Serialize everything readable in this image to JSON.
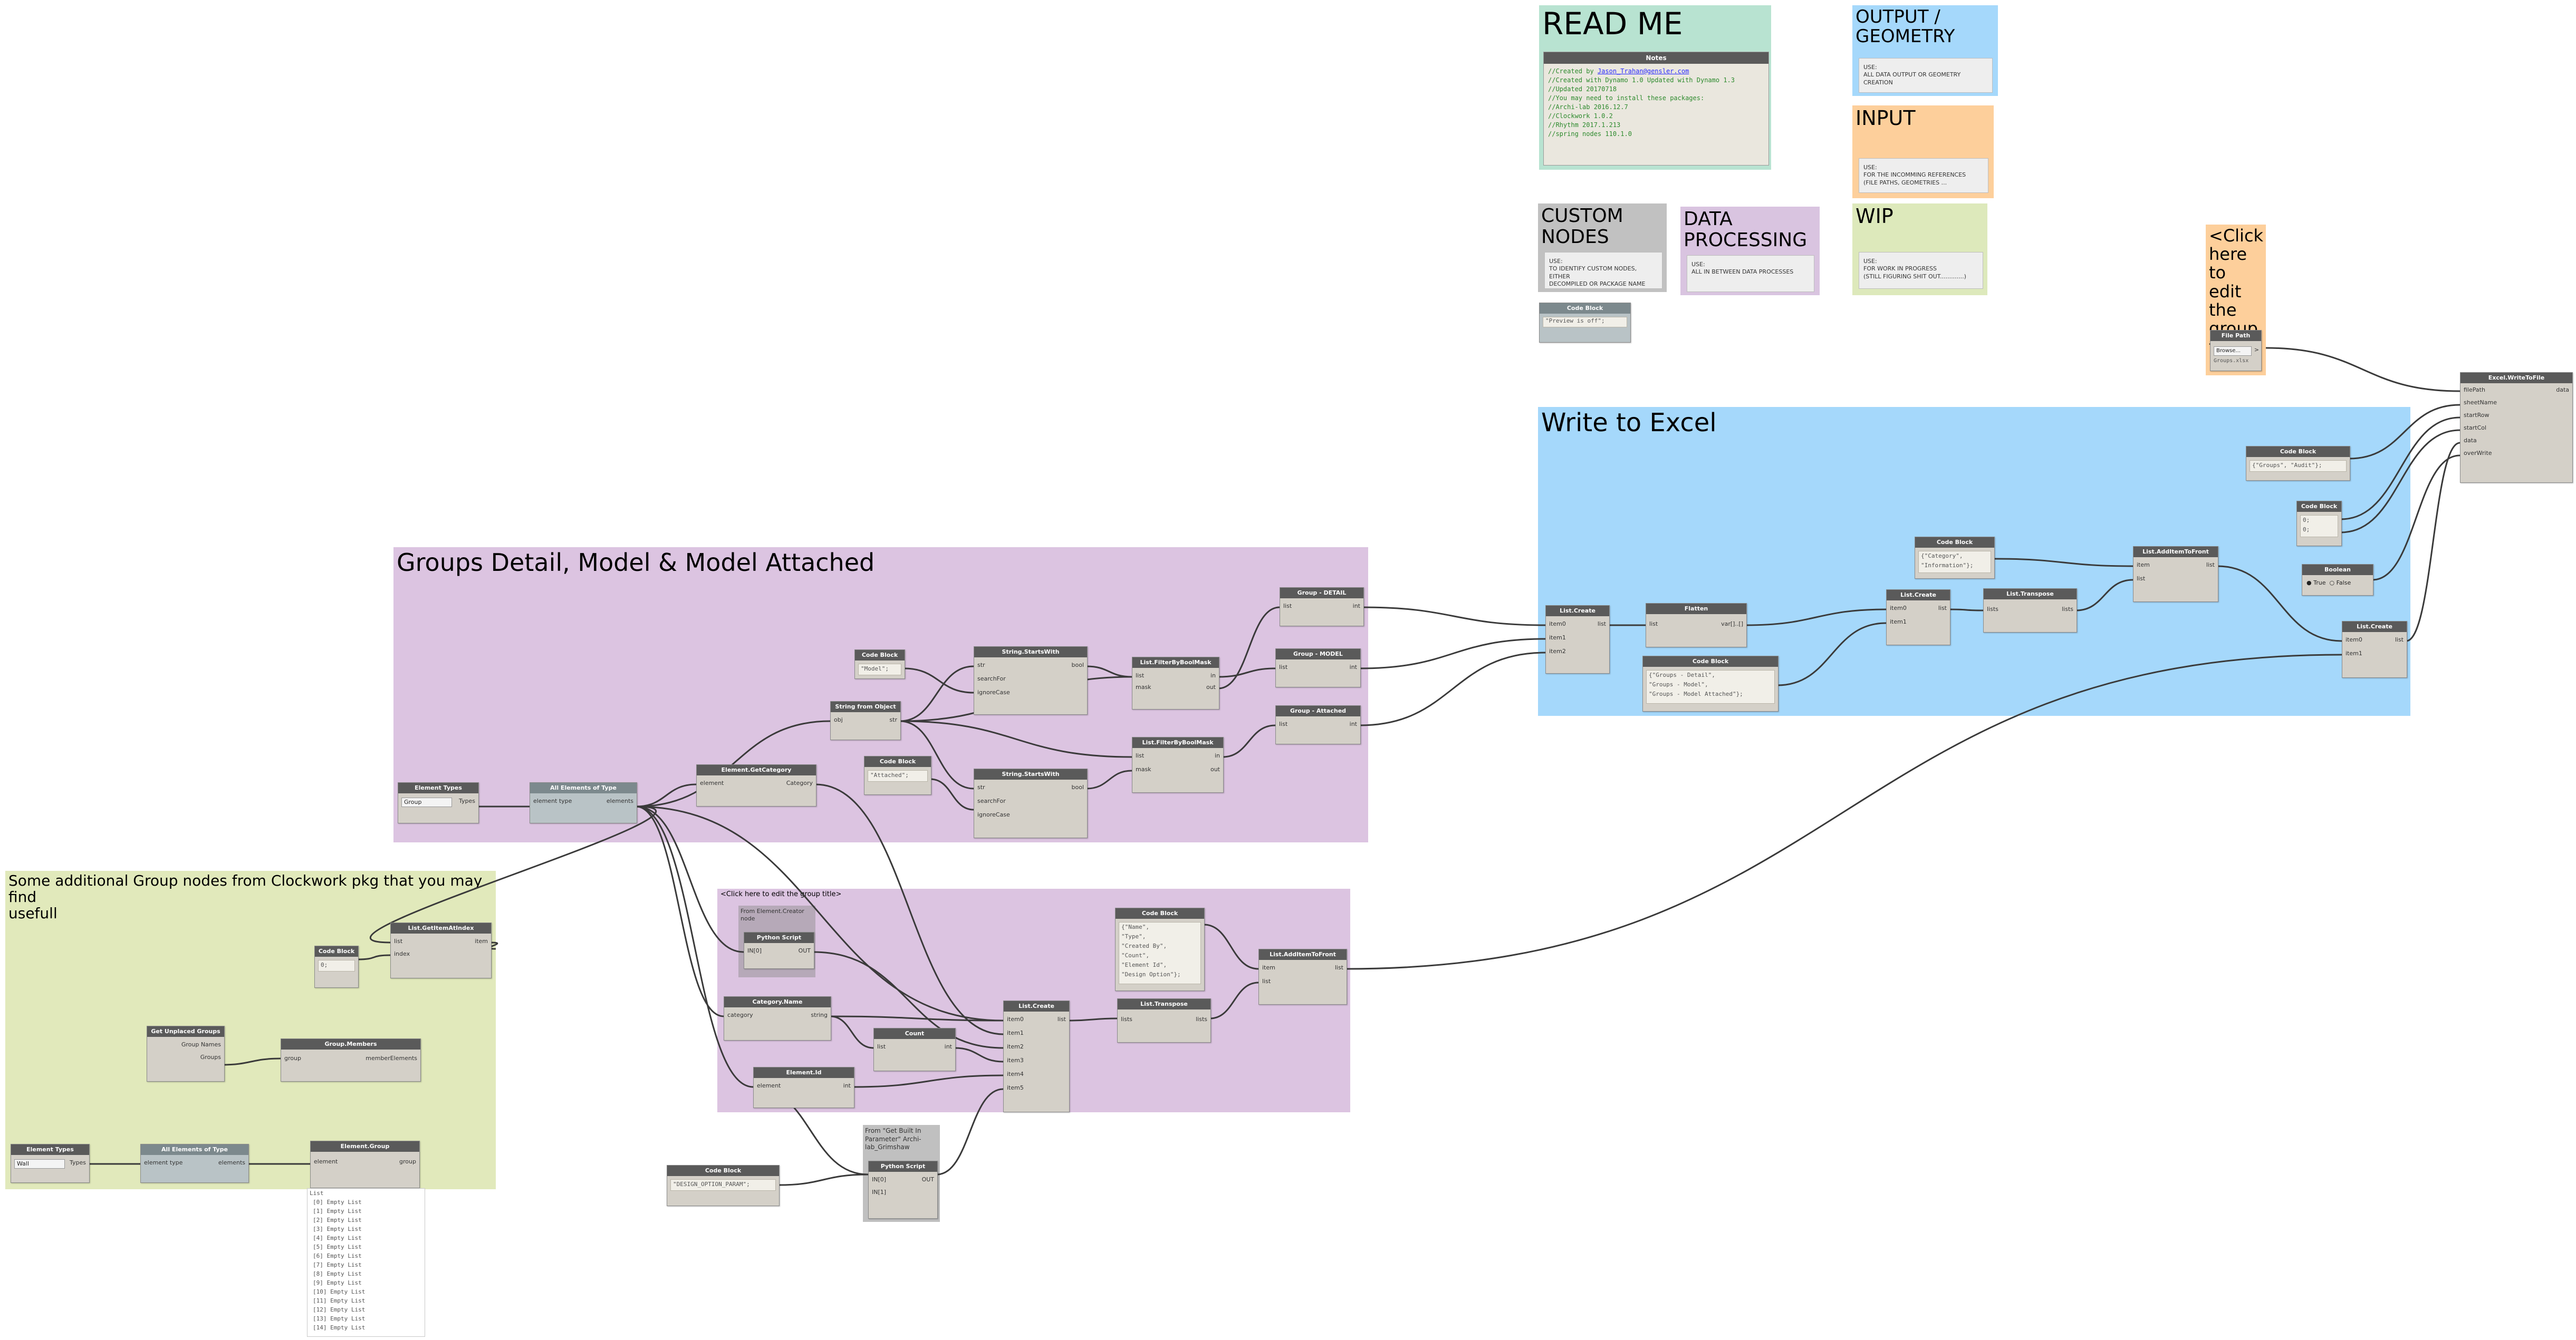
{
  "groups": {
    "readme": {
      "title": "READ ME",
      "color": "#b8e3d1"
    },
    "output": {
      "title": "OUTPUT /\nGEOMETRY",
      "desc": "USE:\nALL DATA OUTPUT OR GEOMETRY\nCREATION",
      "color": "#a5d8fb"
    },
    "input": {
      "title": "INPUT",
      "desc": "USE:\nFOR THE INCOMMING REFERENCES\n(FILE PATHS, GEOMETRIES ...",
      "color": "#fdcf9b"
    },
    "custom": {
      "title": "CUSTOM\nNODES",
      "desc": "USE:\nTO IDENTIFY CUSTOM NODES, EITHER\nDECOMPILED OR PACKAGE NAME",
      "color": "#c1c1c1"
    },
    "dataproc": {
      "title": "DATA\nPROCESSING",
      "desc": "USE:\nALL IN BETWEEN DATA PROCESSES",
      "color": "#d9c4e0"
    },
    "wip": {
      "title": "WIP",
      "desc": "USE:\nFOR WORK IN PROGRESS\n(STILL FIGURING SHIT OUT.............)",
      "color": "#dde9bb"
    },
    "click": {
      "title": "<Click\nhere to\nedit the\ngroup\ntitle>",
      "color": "#fdcf9b"
    },
    "excel": {
      "title": "Write to Excel",
      "color": "#a5d8fb"
    },
    "detail": {
      "title": "Groups Detail, Model & Model Attached",
      "color": "#dcc4e1"
    },
    "clockwork": {
      "title": "Some additional Group nodes from Clockwork pkg that you may find\nusefull",
      "color": "#e1e9bb"
    },
    "lower": {
      "title": "<Click here to edit the group title>",
      "color": "#dcc4e1"
    },
    "sub_from_element": {
      "title": "From Element.Creator\nnode"
    },
    "sub_get_built_in": {
      "title": "From \"Get Built In\nParameter\" Archi-\nlab_Grimshaw"
    }
  },
  "notes": {
    "header": "Notes",
    "lines": [
      "//Created by ",
      "//Created with Dynamo 1.0 Updated with Dynamo 1.3",
      "//Updated 20170718",
      "",
      "//You may need to install these packages:",
      "//Archi-lab 2016.12.7",
      "//Clockwork 1.0.2",
      "//Rhythm 2017.1.213",
      "//spring nodes 110.1.0"
    ],
    "email": "Jason_Trahan@gensler.com"
  },
  "nodes": {
    "cb_preview": {
      "title": "Code Block",
      "code": [
        "\"Preview is off\";"
      ]
    },
    "file_path": {
      "title": "File Path",
      "button": "Browse...",
      "value": "Groups.xlsx",
      "out": ">"
    },
    "excel_write": {
      "title": "Excel.WriteToFile",
      "inputs": [
        "filePath",
        "sheetName",
        "startRow",
        "startCol",
        "data",
        "overWrite"
      ],
      "outputs": [
        "data"
      ]
    },
    "cb_sheet": {
      "title": "Code Block",
      "code": [
        "{\"Groups\", \"Audit\"};"
      ]
    },
    "cb_zero": {
      "title": "Code Block",
      "code": [
        "0;",
        "0;"
      ]
    },
    "boolean": {
      "title": "Boolean",
      "true": "True",
      "false": "False"
    },
    "cb_header": {
      "title": "Code Block",
      "code": [
        "{\"Category\",",
        "\"Information\"};"
      ]
    },
    "add_front_1": {
      "title": "List.AddItemToFront",
      "inputs": [
        "item",
        "list"
      ],
      "outputs": [
        "list"
      ]
    },
    "list_create_a": {
      "title": "List.Create",
      "inputs": [
        "item0",
        "item1",
        "item2"
      ],
      "outputs": [
        "list"
      ]
    },
    "flatten": {
      "title": "Flatten",
      "inputs": [
        "list"
      ],
      "outputs": [
        "var[]..[]"
      ]
    },
    "cb_labels": {
      "title": "Code Block",
      "code": [
        "{\"Groups - Detail\",",
        "\"Groups - Model\",",
        "\"Groups - Model Attached\"};"
      ]
    },
    "list_create_b": {
      "title": "List.Create",
      "inputs": [
        "item0",
        "item1"
      ],
      "outputs": [
        "list"
      ]
    },
    "transpose_a": {
      "title": "List.Transpose",
      "inputs": [
        "lists"
      ],
      "outputs": [
        "lists"
      ]
    },
    "list_create_final": {
      "title": "List.Create",
      "inputs": [
        "item0",
        "item1"
      ],
      "outputs": [
        "list"
      ]
    },
    "group_detail": {
      "title": "Group - DETAIL",
      "inputs": [
        "list"
      ],
      "outputs": [
        "int"
      ]
    },
    "group_model": {
      "title": "Group - MODEL",
      "inputs": [
        "list"
      ],
      "outputs": [
        "int"
      ]
    },
    "group_attached": {
      "title": "Group - Attached",
      "inputs": [
        "list"
      ],
      "outputs": [
        "int"
      ]
    },
    "cb_model": {
      "title": "Code Block",
      "code": [
        "\"Model\";"
      ]
    },
    "starts_1": {
      "title": "String.StartsWith",
      "inputs": [
        "str",
        "searchFor",
        "ignoreCase"
      ],
      "outputs": [
        "bool"
      ]
    },
    "filter_1": {
      "title": "List.FilterByBoolMask",
      "inputs": [
        "list",
        "mask"
      ],
      "outputs": [
        "in",
        "out"
      ]
    },
    "str_from_obj": {
      "title": "String from Object",
      "inputs": [
        "obj"
      ],
      "outputs": [
        "str"
      ]
    },
    "cb_attached": {
      "title": "Code Block",
      "code": [
        "\"Attached\";"
      ]
    },
    "filter_2": {
      "title": "List.FilterByBoolMask",
      "inputs": [
        "list",
        "mask"
      ],
      "outputs": [
        "in",
        "out"
      ]
    },
    "starts_2": {
      "title": "String.StartsWith",
      "inputs": [
        "str",
        "searchFor",
        "ignoreCase"
      ],
      "outputs": [
        "bool"
      ]
    },
    "element_types_1": {
      "title": "Element Types",
      "dropdown": "Group",
      "outputs": [
        "Types"
      ]
    },
    "all_elements_1": {
      "title": "All Elements of Type",
      "inputs": [
        "element type"
      ],
      "outputs": [
        "elements"
      ]
    },
    "get_category": {
      "title": "Element.GetCategory",
      "inputs": [
        "element"
      ],
      "outputs": [
        "Category"
      ]
    },
    "get_item_index": {
      "title": "List.GetItemAtIndex",
      "inputs": [
        "list",
        "index"
      ],
      "outputs": [
        "item"
      ]
    },
    "cb_zero_b": {
      "title": "Code Block",
      "code": [
        "0;"
      ]
    },
    "unplaced": {
      "title": "Get Unplaced Groups",
      "outputs": [
        "Group Names",
        "Groups"
      ]
    },
    "group_members": {
      "title": "Group.Members",
      "inputs": [
        "group"
      ],
      "outputs": [
        "memberElements"
      ]
    },
    "element_types_2": {
      "title": "Element Types",
      "dropdown": "Wall",
      "outputs": [
        "Types"
      ]
    },
    "all_elements_2": {
      "title": "All Elements of Type",
      "inputs": [
        "element type"
      ],
      "outputs": [
        "elements"
      ]
    },
    "element_group": {
      "title": "Element.Group",
      "inputs": [
        "element"
      ],
      "outputs": [
        "group"
      ]
    },
    "python_1": {
      "title": "Python Script",
      "inputs": [
        "IN[0]"
      ],
      "outputs": [
        "OUT"
      ]
    },
    "category_name": {
      "title": "Category.Name",
      "inputs": [
        "category"
      ],
      "outputs": [
        "string"
      ]
    },
    "count": {
      "title": "Count",
      "inputs": [
        "list"
      ],
      "outputs": [
        "int"
      ]
    },
    "element_id": {
      "title": "Element.Id",
      "inputs": [
        "element"
      ],
      "outputs": [
        "int"
      ]
    },
    "list_create_c": {
      "title": "List.Create",
      "inputs": [
        "item0",
        "item1",
        "item2",
        "item3",
        "item4",
        "item5"
      ],
      "outputs": [
        "list"
      ]
    },
    "cb_columns": {
      "title": "Code Block",
      "code": [
        "{\"Name\",",
        "\"Type\",",
        "\"Created By\",",
        "\"Count\",",
        "\"Element Id\",",
        "\"Design Option\"};"
      ]
    },
    "transpose_b": {
      "title": "List.Transpose",
      "inputs": [
        "lists"
      ],
      "outputs": [
        "lists"
      ]
    },
    "add_front_2": {
      "title": "List.AddItemToFront",
      "inputs": [
        "item",
        "list"
      ],
      "outputs": [
        "list"
      ]
    },
    "cb_design": {
      "title": "Code Block",
      "code": [
        "\"DESIGN_OPTION_PARAM\";"
      ]
    },
    "python_2": {
      "title": "Python Script",
      "inputs": [
        "IN[0]",
        "IN[1]"
      ],
      "outputs": [
        "OUT"
      ]
    }
  },
  "preview": {
    "header": "List",
    "items": [
      "[0] Empty List",
      "[1] Empty List",
      "[2] Empty List",
      "[3] Empty List",
      "[4] Empty List",
      "[5] Empty List",
      "[6] Empty List",
      "[7] Empty List",
      "[8] Empty List",
      "[9] Empty List",
      "[10] Empty List",
      "[11] Empty List",
      "[12] Empty List",
      "[13] Empty List",
      "[14] Empty List"
    ]
  }
}
